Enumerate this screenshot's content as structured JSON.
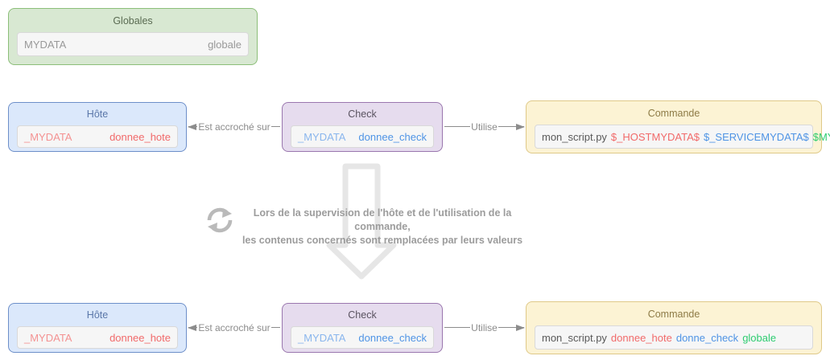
{
  "globales": {
    "title": "Globales",
    "field": {
      "name": "MYDATA",
      "value": "globale"
    }
  },
  "hote": {
    "title": "Hôte",
    "field": {
      "name": "_MYDATA",
      "value": "donnee_hote"
    }
  },
  "check": {
    "title": "Check",
    "field": {
      "name": "_MYDATA",
      "value": "donnee_check"
    }
  },
  "commande_before": {
    "title": "Commande",
    "segments": [
      "mon_script.py",
      "$_HOSTMYDATA$",
      "$_SERVICEMYDATA$",
      "$MYDATA$"
    ]
  },
  "commande_after": {
    "title": "Commande",
    "segments": [
      "mon_script.py",
      "donnee_hote",
      "donne_check",
      "globale"
    ]
  },
  "arrows": {
    "attach_label": "Est accroché sur",
    "use_label": "Utilise"
  },
  "note": {
    "line1": "Lors de la supervision de l'hôte et de l'utilisation de la commande,",
    "line2": "les contenus concernés sont remplacées par leurs valeurs"
  },
  "icons": {
    "refresh": "circular-arrows-icon",
    "transform": "big-down-arrow-icon"
  },
  "colors": {
    "globales_fill": "#d8e8d2",
    "globales_border": "#8cbe79",
    "globales_title": "#5a6b52",
    "hote_fill": "#dbe8fb",
    "hote_border": "#6d8fc9",
    "hote_title": "#5b77a9",
    "check_fill": "#e6dcee",
    "check_border": "#9a77ae",
    "check_title": "#5a5361",
    "commande_fill": "#fcf3d4",
    "commande_border": "#dfc988",
    "commande_title": "#8d7b46",
    "field_bg": "#f6f6f6",
    "field_border": "#d9d9d9",
    "gray_text": "#999999",
    "dark_text": "#595959",
    "red_light": "#f49292",
    "red": "#f16a6a",
    "blue_light": "#8ab6ed",
    "blue": "#4f94e5",
    "green": "#2ecc71",
    "arrow": "#8c8c8c",
    "note_text": "#9c9c9c",
    "big_arrow": "#e6e6e6",
    "icon": "#bababa"
  }
}
